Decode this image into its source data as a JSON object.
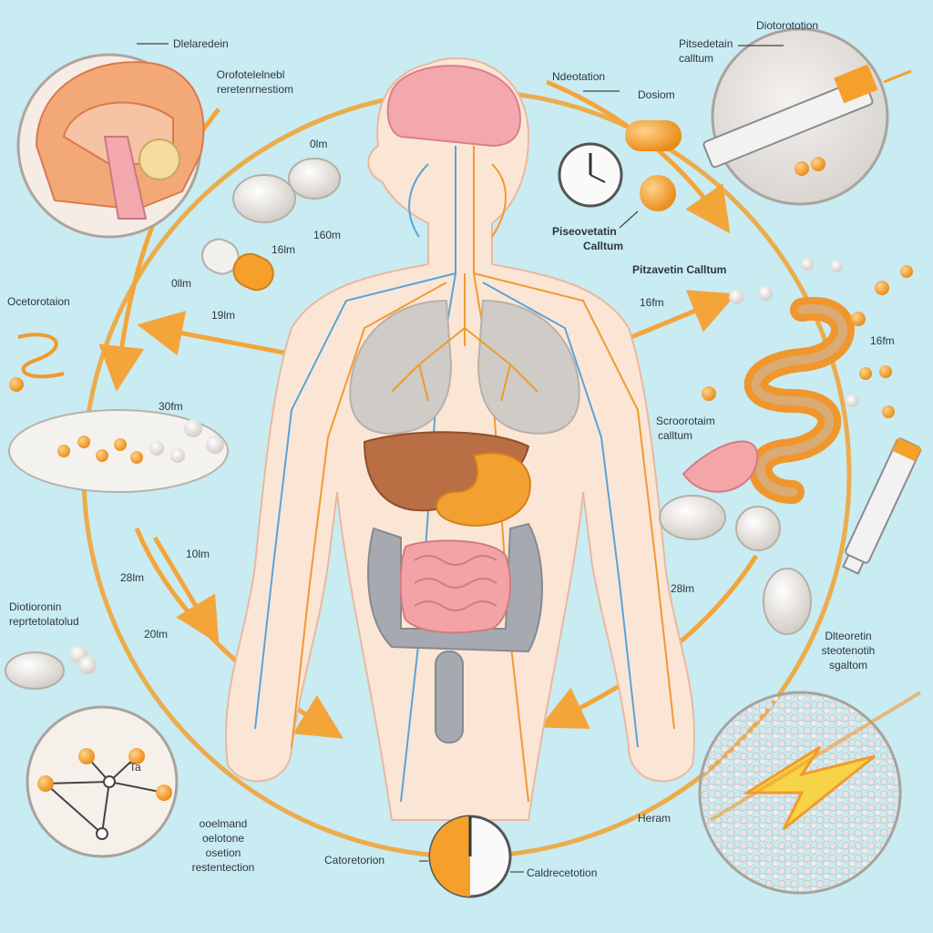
{
  "colors": {
    "background": "#c9ebf2",
    "accent_orange": "#f2a12e",
    "arrow_orange": "#f4a53a",
    "skin": "#fbe6d6",
    "skin_outline": "#e9b8a0",
    "lung": "#cfcbc6",
    "liver": "#b96e44",
    "stomach": "#f2a032",
    "intestine_small": "#f3a3a6",
    "intestine_large": "#a6aab0",
    "brain": "#f2a8ad",
    "nerve_orange": "#f29a2e",
    "vessel_blue": "#5aa3d8",
    "pill_white": "#e8e4df",
    "pill_orange": "#f5a02a"
  },
  "labels": {
    "brain_title": "Dlelaredein",
    "brain_sub_1": "Orofotelelnebl",
    "brain_sub_2": "reretenrnestiom",
    "top_center": "Ndeotation",
    "dose_top": "Dosiom",
    "syringe_title": "Diotorototion",
    "syringe_sub_1": "Pitsedetain",
    "syringe_sub_2": "calltum",
    "clock_label_1": "Piseovetatin",
    "clock_label_2": "Calltum",
    "right_main": "Pitzavetin Calltum",
    "right_mid_1": "Scroorotaim",
    "right_mid_2": "calltum",
    "left_mid": "Ocetorotaion",
    "left_lower_1": "Diotioronin",
    "left_lower_2": "reprtetolatolud",
    "right_lower_1": "Dlteoretin",
    "right_lower_2": "steotenotih",
    "right_lower_3": "sgaltom",
    "bottom_left_1": "ooelmand",
    "bottom_left_2": "oelotone",
    "bottom_left_3": "osetion",
    "bottom_left_4": "restentection",
    "bottom_center_left": "Catoretorion",
    "bottom_center_right": "Caldrecetotion",
    "heram": "Heram",
    "molecule_tag": "Ta"
  },
  "dose_labels": {
    "d1": "0lm",
    "d2": "16lm",
    "d3": "160m",
    "d4": "0llm",
    "d5": "19lm",
    "d6": "16fm",
    "d7": "16fm",
    "d8": "30fm",
    "d9": "10lm",
    "d10": "28lm",
    "d11": "28lm",
    "d12": "20lm"
  }
}
